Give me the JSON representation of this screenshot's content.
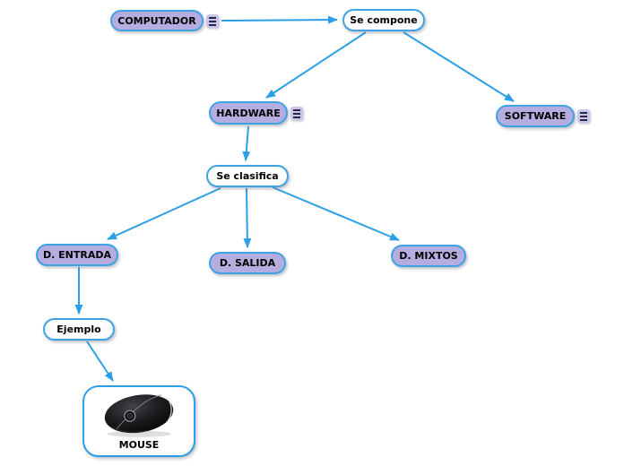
{
  "diagram": {
    "type": "concept-map",
    "colors": {
      "background": "#ffffff",
      "concept_fill": "#b5acdf",
      "link_fill": "#ffffff",
      "node_border": "#3fa3e3",
      "arrow": "#2d9fe6",
      "text": "#000000",
      "menu_fill": "#c9c4e8",
      "menu_glyph": "#26264a",
      "mouse_body": "#1b1b1e"
    },
    "nodes": {
      "computador": {
        "label": "COMPUTADOR",
        "kind": "concept",
        "has_menu": true
      },
      "se_compone": {
        "label": "Se compone",
        "kind": "linking-phrase"
      },
      "hardware": {
        "label": "HARDWARE",
        "kind": "concept",
        "has_menu": true
      },
      "software": {
        "label": "SOFTWARE",
        "kind": "concept",
        "has_menu": true
      },
      "se_clasifica": {
        "label": "Se clasifica",
        "kind": "linking-phrase"
      },
      "d_entrada": {
        "label": "D. ENTRADA",
        "kind": "concept"
      },
      "d_salida": {
        "label": "D. SALIDA",
        "kind": "concept"
      },
      "d_mixtos": {
        "label": "D. MIXTOS",
        "kind": "concept"
      },
      "ejemplo": {
        "label": "Ejemplo",
        "kind": "linking-phrase"
      },
      "mouse": {
        "label": "MOUSE",
        "kind": "image-concept",
        "image": "black-wireless-mouse"
      }
    },
    "edges": [
      {
        "from": "computador",
        "to": "se_compone"
      },
      {
        "from": "se_compone",
        "to": "hardware"
      },
      {
        "from": "se_compone",
        "to": "software"
      },
      {
        "from": "hardware",
        "to": "se_clasifica"
      },
      {
        "from": "se_clasifica",
        "to": "d_entrada"
      },
      {
        "from": "se_clasifica",
        "to": "d_salida"
      },
      {
        "from": "se_clasifica",
        "to": "d_mixtos"
      },
      {
        "from": "d_entrada",
        "to": "ejemplo"
      },
      {
        "from": "ejemplo",
        "to": "mouse"
      }
    ]
  }
}
